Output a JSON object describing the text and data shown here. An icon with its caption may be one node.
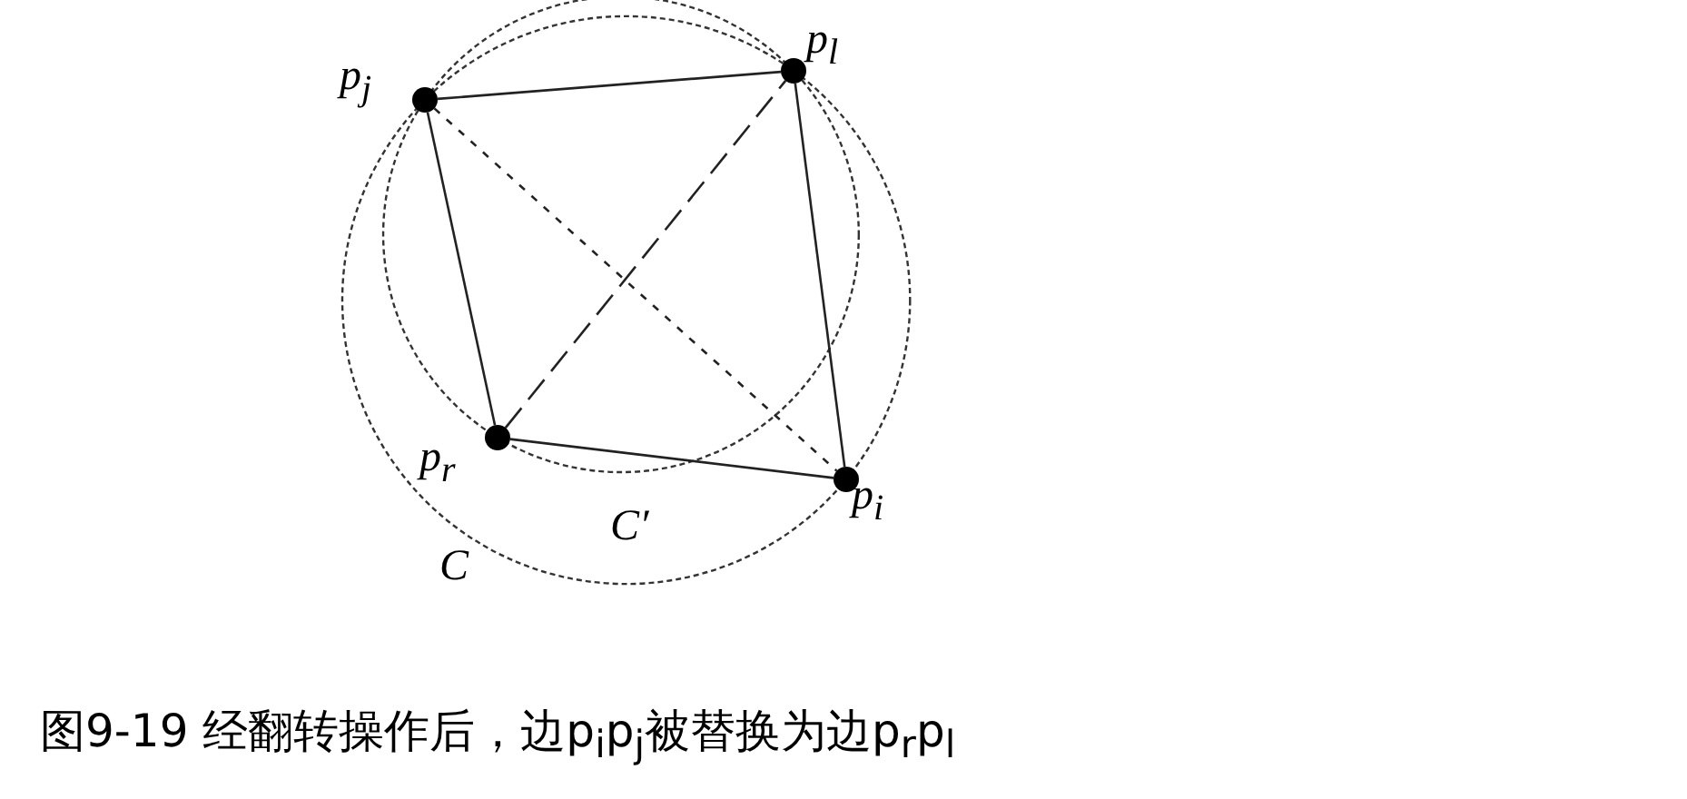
{
  "diagram": {
    "caption": "图9-19 经翻转操作后，边p$_{i}$p$_{j}$被替换为边p$_{r}$p$_{l}$",
    "nodes": [
      {
        "text": [],
        "shape": "circle",
        "beside": [
          "p$_{j}$"
        ]
      },
      {
        "text": [],
        "shape": "circle",
        "beside": [
          "p$_{l}$"
        ]
      },
      {
        "text": [],
        "shape": "circle",
        "beside": [
          "p$_{r}$"
        ]
      },
      {
        "text": [],
        "shape": "circle",
        "beside": [
          "p$_{i}$"
        ]
      }
    ],
    "edges": [
      {
        "from": 0,
        "to": 1,
        "arrow": "none"
      },
      {
        "from": 1,
        "to": 3,
        "arrow": "none"
      },
      {
        "from": 3,
        "to": 2,
        "arrow": "none"
      },
      {
        "from": 2,
        "to": 0,
        "arrow": "none"
      },
      {
        "from": 0,
        "to": 3,
        "arrow": "none",
        "style": "dashed"
      },
      {
        "from": 2,
        "to": 1,
        "arrow": "none",
        "style": "dashed"
      }
    ],
    "labels": [
      "C′",
      "C"
    ]
  }
}
